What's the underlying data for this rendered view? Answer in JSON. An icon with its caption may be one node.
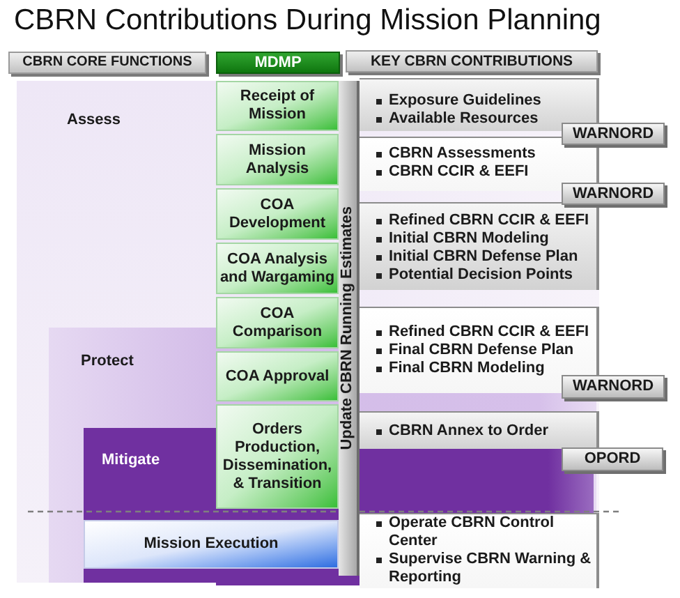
{
  "diagram": {
    "title": "CBRN Contributions During Mission Planning",
    "nodes": [
      {
        "text": [
          "CBRN CORE FUNCTIONS"
        ]
      },
      {
        "text": [
          "MDMP"
        ]
      },
      {
        "text": [
          "KEY CBRN CONTRIBUTIONS"
        ]
      },
      {
        "text": [
          "Assess"
        ]
      },
      {
        "text": [
          "Protect"
        ],
        "in": 3
      },
      {
        "text": [
          "Mitigate"
        ],
        "in": 4
      },
      {
        "text": [
          "Receipt of Mission"
        ]
      },
      {
        "text": [
          "Mission Analysis"
        ]
      },
      {
        "text": [
          "COA Development"
        ]
      },
      {
        "text": [
          "COA Analysis and Wargaming"
        ]
      },
      {
        "text": [
          "COA Comparison"
        ]
      },
      {
        "text": [
          "COA Approval"
        ]
      },
      {
        "text": [
          "Orders Production, Dissemination, & Transition"
        ]
      },
      {
        "text": [
          "Mission Execution"
        ]
      },
      {
        "text": [
          "Update CBRN Running Estimates"
        ]
      },
      {
        "text": [
          "Exposure Guidelines",
          "Available Resources"
        ]
      },
      {
        "text": [
          "CBRN Assessments",
          "CBRN CCIR & EEFI"
        ]
      },
      {
        "text": [
          "Refined CBRN CCIR & EEFI",
          "Initial CBRN Modeling",
          "Initial CBRN Defense Plan",
          "Potential Decision Points"
        ]
      },
      {
        "text": [
          "Refined CBRN CCIR & EEFI",
          "Final CBRN Defense Plan",
          "Final CBRN Modeling"
        ]
      },
      {
        "text": [
          "CBRN Annex to Order"
        ]
      },
      {
        "text": [
          "Operate CBRN Control Center",
          "Supervise CBRN Warning & Reporting"
        ]
      },
      {
        "text": [
          "WARNORD"
        ]
      },
      {
        "text": [
          "WARNORD"
        ]
      },
      {
        "text": [
          "WARNORD"
        ]
      },
      {
        "text": [
          "OPORD"
        ]
      }
    ]
  }
}
